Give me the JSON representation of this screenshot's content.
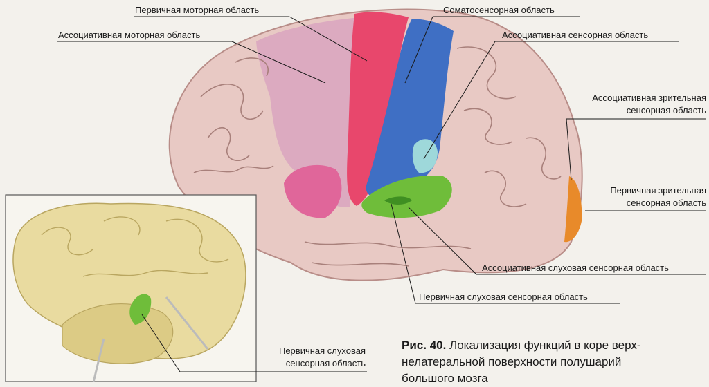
{
  "labels": {
    "primary_motor": "Первичная моторная область",
    "associative_motor": "Ассоциативная моторная область",
    "somatosensory": "Соматосенсорная область",
    "associative_sensory": "Ассоциативная сенсорная область",
    "assoc_visual_line1": "Ассоциативная зрительная",
    "assoc_visual_line2": "сенсорная область",
    "primary_visual_line1": "Первичная зрительная",
    "primary_visual_line2": "сенсорная область",
    "assoc_auditory": "Ассоциативная слуховая сенсорная область",
    "primary_auditory": "Первичная слуховая сенсорная область",
    "inset_primary_auditory_line1": "Первичная слуховая",
    "inset_primary_auditory_line2": "сенсорная область"
  },
  "caption": {
    "number": "Рис. 40.",
    "line1": "Локализация функций в коре верх-",
    "line2": "нелатеральной поверхности полушарий",
    "line3": "большого мозга"
  },
  "colors": {
    "brain": "#e8c9c4",
    "primary_motor": "#e8476c",
    "associative_motor": "#d9a4c0",
    "somatosensory": "#3f6fc4",
    "associative_sensory": "#9ed8da",
    "auditory": "#6fbd3a",
    "visual": "#e88a2a",
    "inset_brain": "#e9dba0"
  }
}
